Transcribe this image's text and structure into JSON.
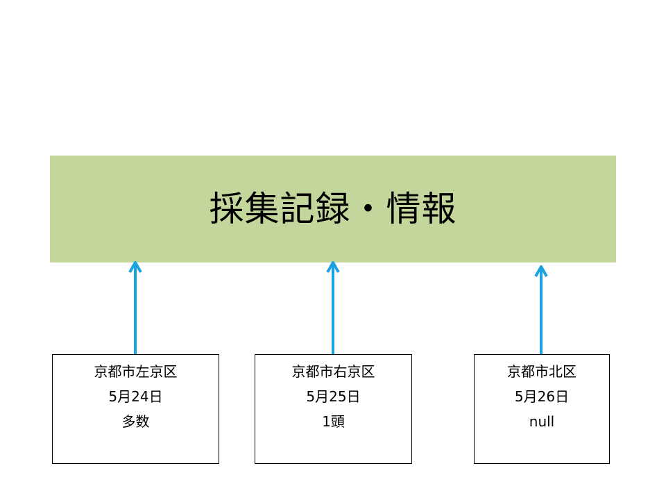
{
  "banner": {
    "title": "採集記録・情報"
  },
  "records": [
    {
      "location": "京都市左京区",
      "date": "5月24日",
      "count": "多数"
    },
    {
      "location": "京都市右京区",
      "date": "5月25日",
      "count": "1頭"
    },
    {
      "location": "京都市北区",
      "date": "5月26日",
      "count": "null"
    }
  ],
  "colors": {
    "banner_fill": "#c3d69b",
    "arrow": "#1aa3e0",
    "box_border": "#000000"
  }
}
